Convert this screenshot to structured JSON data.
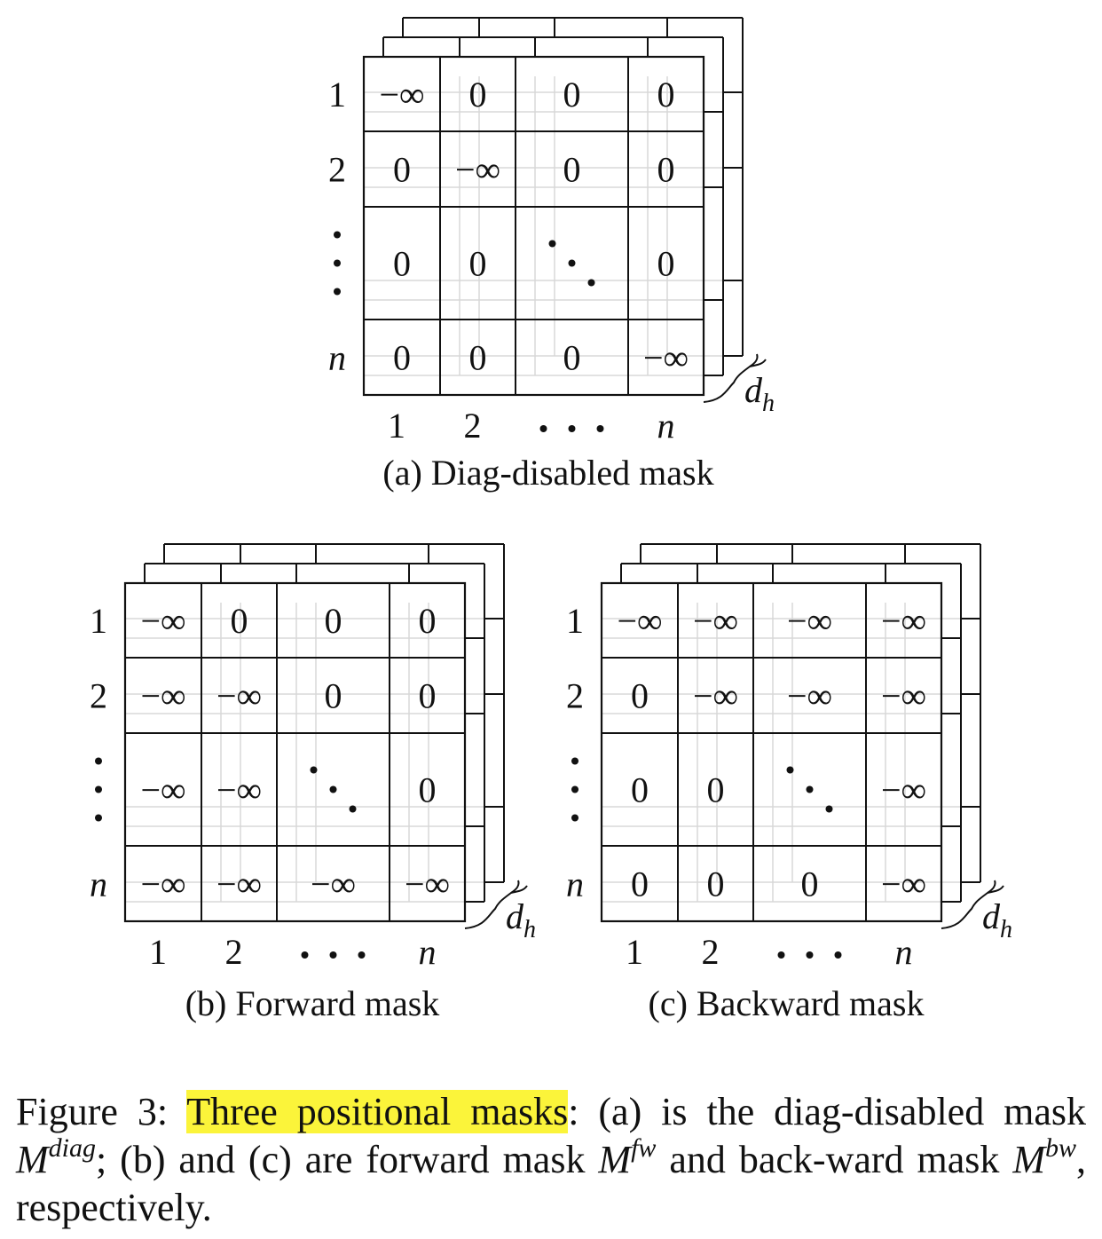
{
  "panels": [
    {
      "id": "a",
      "caption": "(a) Diag-disabled mask",
      "row_labels": [
        "1",
        "2",
        "⋮",
        "n"
      ],
      "col_labels": [
        "1",
        "2",
        "···",
        "n"
      ],
      "depth_label": "d",
      "depth_subscript": "h",
      "cells": [
        [
          "−∞",
          "0",
          "0",
          "0"
        ],
        [
          "0",
          "−∞",
          "0",
          "0"
        ],
        [
          "0",
          "0",
          "⋱",
          "0"
        ],
        [
          "0",
          "0",
          "0",
          "−∞"
        ]
      ]
    },
    {
      "id": "b",
      "caption": "(b) Forward mask",
      "row_labels": [
        "1",
        "2",
        "⋮",
        "n"
      ],
      "col_labels": [
        "1",
        "2",
        "···",
        "n"
      ],
      "depth_label": "d",
      "depth_subscript": "h",
      "cells": [
        [
          "−∞",
          "0",
          "0",
          "0"
        ],
        [
          "−∞",
          "−∞",
          "0",
          "0"
        ],
        [
          "−∞",
          "−∞",
          "⋱",
          "0"
        ],
        [
          "−∞",
          "−∞",
          "−∞",
          "−∞"
        ]
      ]
    },
    {
      "id": "c",
      "caption": "(c) Backward mask",
      "row_labels": [
        "1",
        "2",
        "⋮",
        "n"
      ],
      "col_labels": [
        "1",
        "2",
        "···",
        "n"
      ],
      "depth_label": "d",
      "depth_subscript": "h",
      "cells": [
        [
          "−∞",
          "−∞",
          "−∞",
          "−∞"
        ],
        [
          "0",
          "−∞",
          "−∞",
          "−∞"
        ],
        [
          "0",
          "0",
          "⋱",
          "−∞"
        ],
        [
          "0",
          "0",
          "0",
          "−∞"
        ]
      ]
    }
  ],
  "caption": {
    "prefix": "Figure 3: ",
    "highlight": "Three positional masks",
    "part1": ": (a) is the diag-disabled mask ",
    "m1": "M",
    "sup1": "diag",
    "part2": "; (b) and (c) are forward mask ",
    "m2": "M",
    "sup2": "fw",
    "part3": " and back-ward mask ",
    "m3": "M",
    "sup3": "bw",
    "part4": ", respectively."
  },
  "colors": {
    "highlight": "#fbf43a",
    "grid_faint": "#d8d8d8",
    "ink": "#111111"
  }
}
